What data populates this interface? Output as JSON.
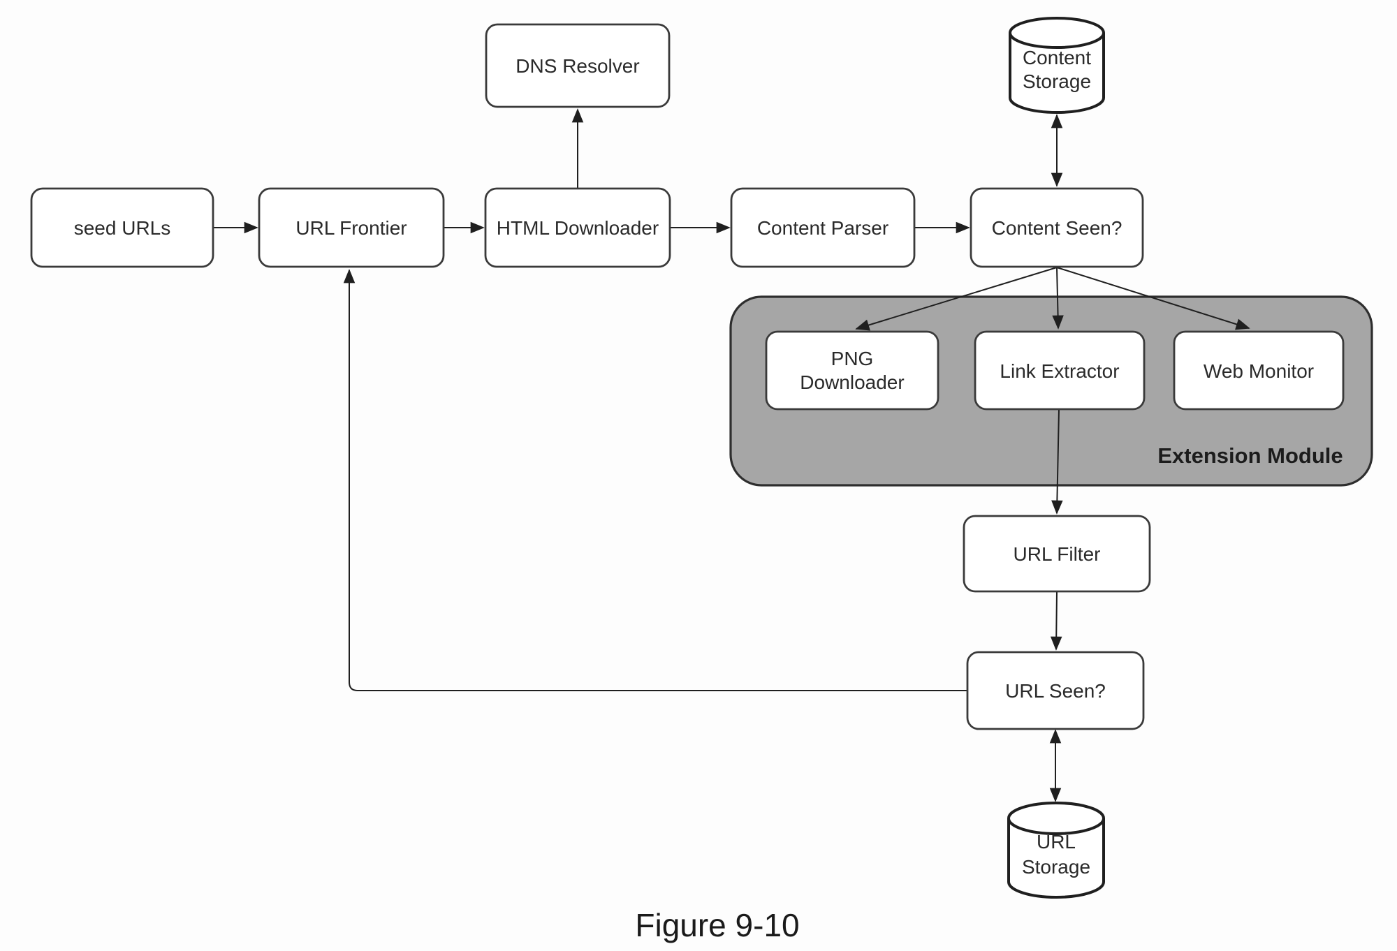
{
  "figure": {
    "caption": "Figure 9-10"
  },
  "colors": {
    "background": "#fdfdfd",
    "node_fill": "#ffffff",
    "node_stroke": "#3a3a3a",
    "edge_stroke": "#1f1f1f",
    "module_fill": "#a6a6a6",
    "text": "#2a2a2a"
  },
  "nodes": {
    "seed_urls": {
      "label": "seed URLs"
    },
    "url_frontier": {
      "label": "URL Frontier"
    },
    "html_downloader": {
      "label": "HTML Downloader"
    },
    "dns_resolver": {
      "label": "DNS Resolver"
    },
    "content_parser": {
      "label": "Content Parser"
    },
    "content_seen": {
      "label": "Content Seen?"
    },
    "content_storage": {
      "line1": "Content",
      "line2": "Storage"
    },
    "extension_module": {
      "label": "Extension Module"
    },
    "png_downloader": {
      "line1": "PNG",
      "line2": "Downloader"
    },
    "link_extractor": {
      "label": "Link Extractor"
    },
    "web_monitor": {
      "label": "Web Monitor"
    },
    "url_filter": {
      "label": "URL Filter"
    },
    "url_seen": {
      "label": "URL Seen?"
    },
    "url_storage": {
      "line1": "URL",
      "line2": "Storage"
    }
  },
  "edges": [
    {
      "from": "seed-urls",
      "to": "url-frontier",
      "type": "arrow"
    },
    {
      "from": "url-frontier",
      "to": "html-downloader",
      "type": "arrow"
    },
    {
      "from": "html-downloader",
      "to": "dns-resolver",
      "type": "arrow"
    },
    {
      "from": "html-downloader",
      "to": "content-parser",
      "type": "arrow"
    },
    {
      "from": "content-parser",
      "to": "content-seen",
      "type": "arrow"
    },
    {
      "from": "content-seen",
      "to": "content-storage",
      "type": "double-arrow"
    },
    {
      "from": "content-seen",
      "to": "png-downloader",
      "type": "arrow"
    },
    {
      "from": "content-seen",
      "to": "link-extractor",
      "type": "arrow"
    },
    {
      "from": "content-seen",
      "to": "web-monitor",
      "type": "arrow"
    },
    {
      "from": "link-extractor",
      "to": "url-filter",
      "type": "arrow"
    },
    {
      "from": "url-filter",
      "to": "url-seen",
      "type": "arrow"
    },
    {
      "from": "url-seen",
      "to": "url-storage",
      "type": "double-arrow"
    },
    {
      "from": "url-seen",
      "to": "url-frontier",
      "type": "arrow"
    }
  ]
}
